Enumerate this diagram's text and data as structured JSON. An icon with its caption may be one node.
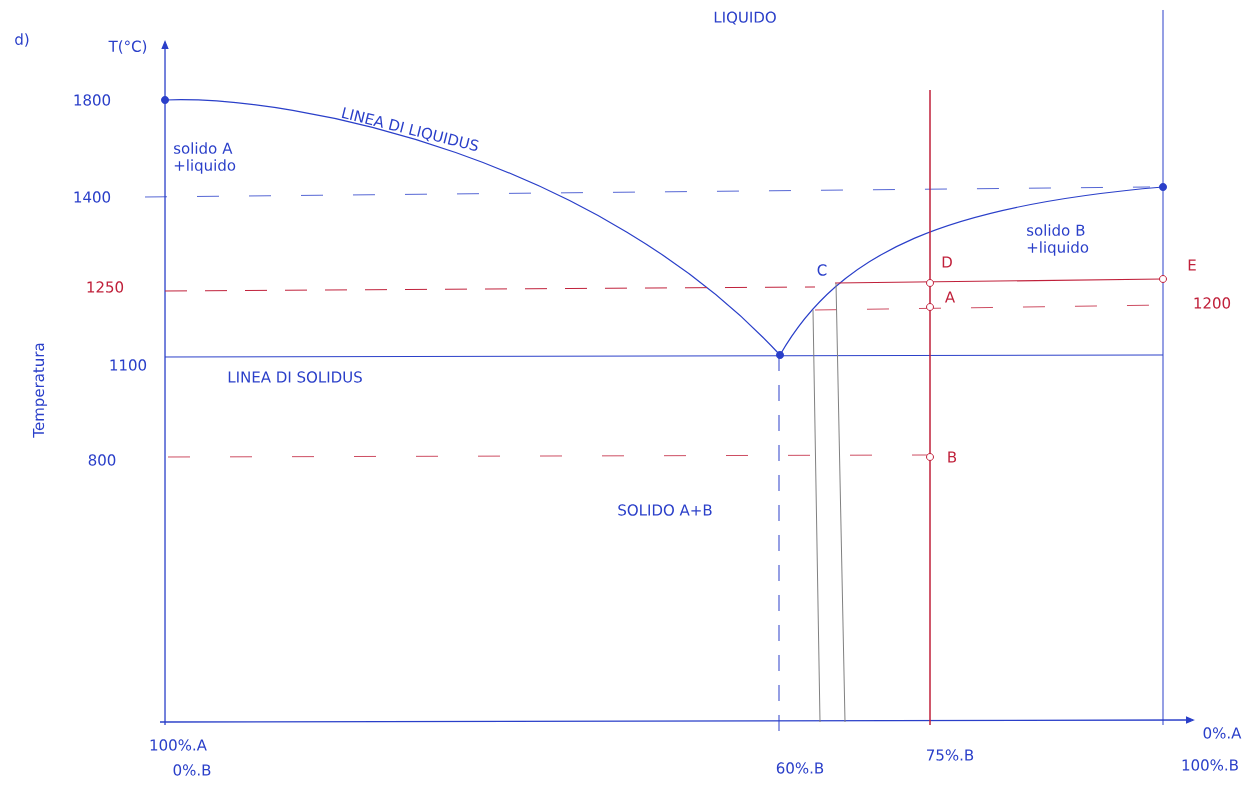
{
  "diagram": {
    "labels": [
      "d)",
      "LIQUIDO",
      "T(°C)",
      "1800",
      "LINEA DI LIQUIDUS",
      "solido A +liquido",
      "1400",
      "solido B +liquido",
      "C",
      "D",
      "E",
      "1250",
      "A",
      "1200",
      "1100",
      "LINEA DI SOLIDUS",
      "Temperatura",
      "800",
      "B",
      "SOLIDO A+B",
      "100%.A",
      "0%.B",
      "60%.B",
      "75%.B",
      "0%.A",
      "100%.B"
    ]
  }
}
